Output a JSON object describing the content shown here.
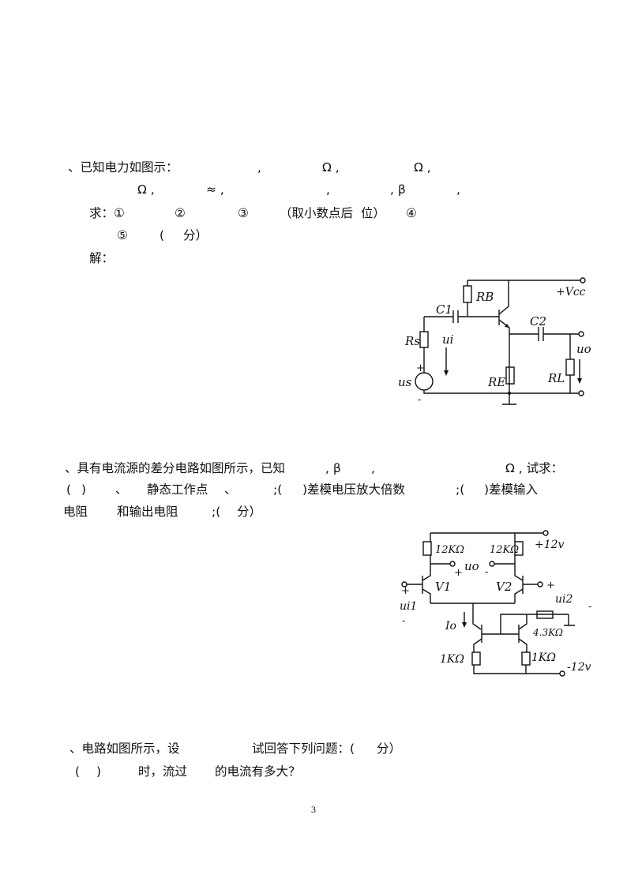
{
  "q1": {
    "line1": [
      "、已知电力如图示：",
      ",",
      "Ω ,",
      "Ω ,"
    ],
    "line2": [
      "Ω ,",
      "≈ ,",
      ",",
      ", β",
      ","
    ],
    "line3": [
      "求：①",
      "②",
      "③",
      "（取小数点后  位）",
      "④"
    ],
    "line4": [
      "⑤",
      "(",
      "分）"
    ],
    "line5": "解：",
    "circuit_labels": {
      "c1": "C1",
      "rb": "RB",
      "vcc": "+Vcc",
      "c2": "C2",
      "rs": "Rs",
      "ui": "ui",
      "uo": "uo",
      "rl": "RL",
      "us": "us",
      "re": "RE",
      "plus": "+",
      "minus": "-"
    }
  },
  "q2": {
    "line1": [
      "、具有电流源的差分电路如图所示，已知",
      ", β",
      ",",
      "Ω , 试求："
    ],
    "line2": [
      "(",
      ")",
      "、",
      "静态工作点",
      "、",
      ";(",
      ")差模电压放大倍数",
      ";(",
      ")差模输入"
    ],
    "line3": [
      "电阻",
      "和输出电阻",
      ";(",
      "分）"
    ],
    "circuit_labels": {
      "r1": "12KΩ",
      "r2": "12KΩ",
      "vpos": "+12v",
      "uo": "uo",
      "v1": "V1",
      "v2": "V2",
      "ui1": "ui1",
      "ui2": "ui2",
      "io": "Io",
      "r3": "4.3KΩ",
      "r4": "1KΩ",
      "r5": "1KΩ",
      "vneg": "-12v",
      "plus": "+",
      "minus": "-"
    }
  },
  "q3": {
    "line1": [
      "、电路如图所示，设",
      "试回答下列问题：(",
      "分）"
    ],
    "line2": [
      "(",
      ")",
      "时，流过",
      "的电流有多大？"
    ]
  },
  "page_number": "3"
}
